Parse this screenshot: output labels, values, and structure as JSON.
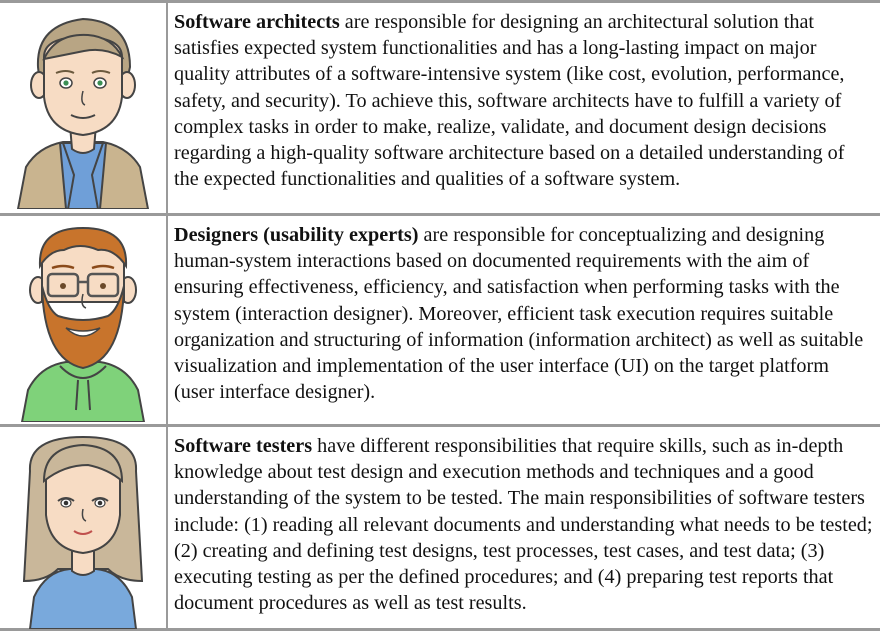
{
  "rows": [
    {
      "avatar": "software-architect-avatar",
      "role": "Software architects",
      "description": " are responsible for designing an architectural solution that satisfies expected system functionalities and has a long-lasting impact on major quality attributes of a software-intensive system (like cost, evolution, performance, safety, and security). To achieve this, software architects have to fulfill a variety of complex tasks in order to make, realize, validate, and document design decisions regarding a high-quality software architecture based on a detailed understanding of the expected functionalities and qualities of a software system."
    },
    {
      "avatar": "designer-avatar",
      "role": "Designers (usability experts)",
      "description": " are responsible for conceptualizing and designing human-system interactions based on documented requirements with the aim of ensuring effectiveness, efficiency, and satisfaction when performing tasks with the system (interaction designer). Moreover, efficient task execution requires suitable organization and structuring of information (information architect) as well as suitable visualization and implementation of the user interface (UI) on the target platform (user interface designer)."
    },
    {
      "avatar": "software-tester-avatar",
      "role": "Software testers",
      "description": " have different responsibilities that require skills, such as in-depth knowledge about test design and execution methods and techniques and a good understanding of the system to be tested. The main responsibilities of software testers include: (1) reading all relevant documents and understanding what needs to be tested; (2) creating and defining test designs, test processes, test cases, and test data; (3) executing testing as per the defined procedures; and (4) preparing test reports that document procedures as well as test results."
    }
  ],
  "colors": {
    "rule": "#9a9a9a",
    "architect_jacket": "#c9b48f",
    "architect_shirt": "#6f9fd8",
    "designer_beard": "#c8742c",
    "designer_hoodie": "#7fd27a",
    "tester_hair": "#c9b79a",
    "tester_sweater": "#79a9dc"
  }
}
